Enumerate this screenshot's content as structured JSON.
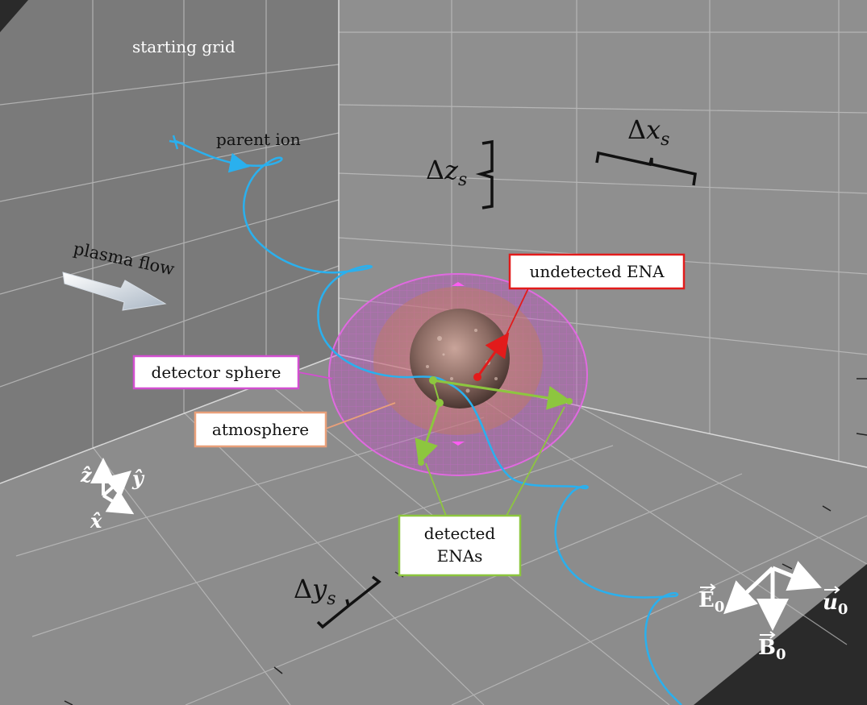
{
  "labels": {
    "starting_grid": "starting grid",
    "parent_ion": "parent ion",
    "plasma_flow": "plasma flow",
    "undetected_ena": "undetected ENA",
    "detector_sphere": "detector sphere",
    "atmosphere": "atmosphere",
    "detected_line1": "detected",
    "detected_line2": "ENAs"
  },
  "spacing": {
    "dx": {
      "delta": "Δ",
      "var": "x",
      "sub": "s"
    },
    "dz": {
      "delta": "Δ",
      "var": "z",
      "sub": "s"
    },
    "dy": {
      "delta": "Δ",
      "var": "y",
      "sub": "s"
    }
  },
  "axes": {
    "z": "ẑ",
    "y": "ŷ",
    "x": "x̂"
  },
  "fields": {
    "E": {
      "letter": "E",
      "sub": "0"
    },
    "u": {
      "letter": "u",
      "sub": "0"
    },
    "B": {
      "letter": "B",
      "sub": "0"
    }
  },
  "colors": {
    "trajectory": "#2ab0ee",
    "detector": "#d24fd0",
    "atmosphere": "#e9a07a",
    "detected": "#8dc63f",
    "undetected": "#e21b1b",
    "box_wall": "#9c9c9c",
    "grid_line": "#c4c4c4"
  }
}
